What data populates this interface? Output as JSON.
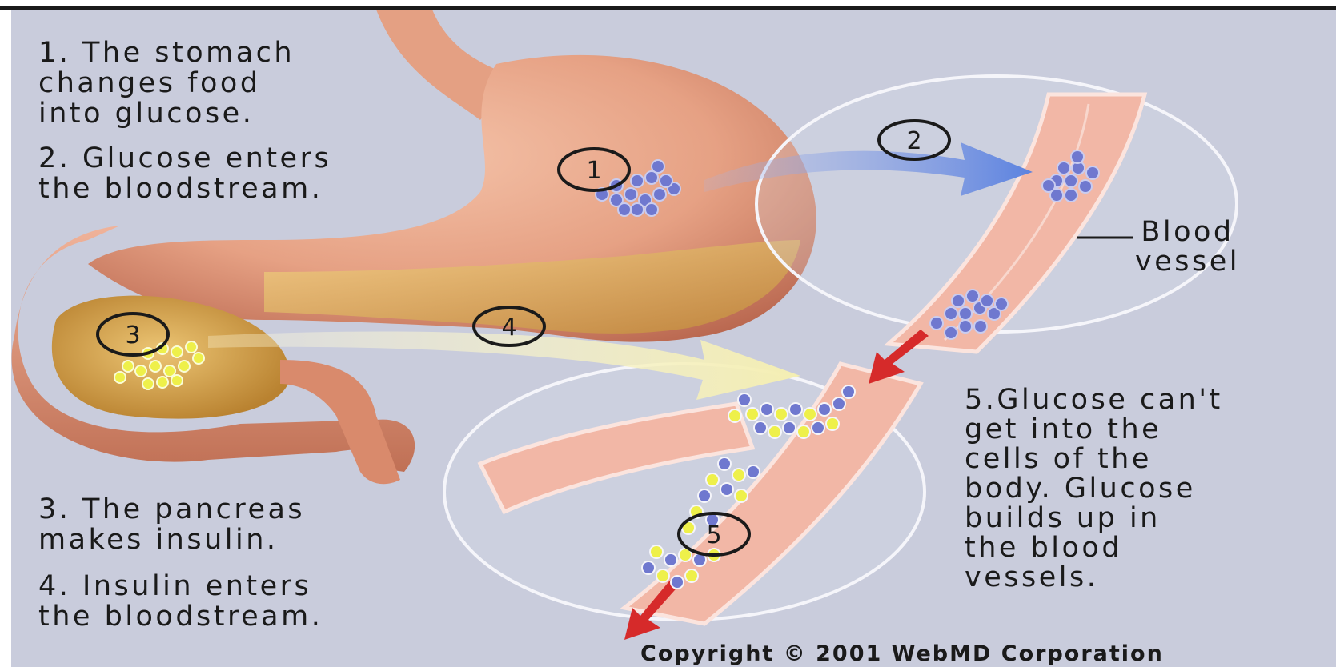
{
  "steps": [
    {
      "marker": "1",
      "text": "1. The stomach\n    changes food\n    into glucose."
    },
    {
      "marker": "2",
      "text": "2. Glucose enters\n    the bloodstream."
    },
    {
      "marker": "3",
      "text": "3. The pancreas\n    makes insulin."
    },
    {
      "marker": "4",
      "text": "4. Insulin enters\n    the bloodstream."
    },
    {
      "marker": "5",
      "text": "5.Glucose can't\n   get into the\n   cells of the\n   body. Glucose\n   builds up in\n   the blood\n   vessels."
    }
  ],
  "vessel_label": "Blood\nvessel",
  "copyright": "Copyright © 2001 WebMD Corporation",
  "colors": {
    "background": "#c9ccdc",
    "stomach": "#e6a184",
    "stomach_shadow": "#b9674f",
    "pancreas": "#cf9b43",
    "vessel": "#f2b7a6",
    "vessel_edge": "#fbe4de",
    "glucose": "#6f78cf",
    "insulin": "#eef04a",
    "arrow_blue": "#6c8fe0",
    "arrow_yellow": "#f6f2c2",
    "arrow_red": "#d62a2a"
  },
  "icons": [
    "glucose-molecule-icon",
    "insulin-molecule-icon",
    "arrow-icon"
  ]
}
